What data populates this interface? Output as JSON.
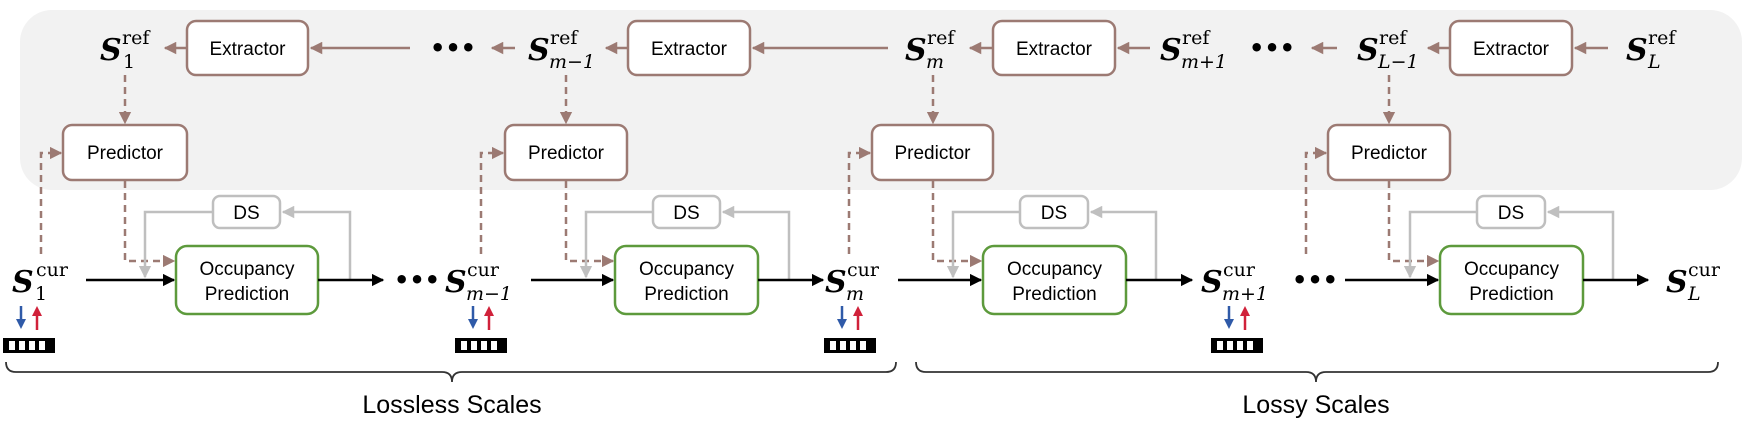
{
  "figure": {
    "colors": {
      "panel_fill": "#f2f2f2",
      "ref_branch": "#9c7a73",
      "occupancy_border": "#5d9a3c",
      "ds_gray": "#bfbfbf",
      "main_flow": "#000000",
      "down_arrow": "#2f5aa8",
      "up_arrow": "#d0213a"
    },
    "ref_nodes": [
      {
        "base": "S",
        "sup": "ref",
        "sub": "1"
      },
      {
        "base": "S",
        "sup": "ref",
        "sub": "m−1"
      },
      {
        "base": "S",
        "sup": "ref",
        "sub": "m"
      },
      {
        "base": "S",
        "sup": "ref",
        "sub": "m+1"
      },
      {
        "base": "S",
        "sup": "ref",
        "sub": "L−1"
      },
      {
        "base": "S",
        "sup": "ref",
        "sub": "L"
      }
    ],
    "cur_nodes": [
      {
        "base": "S",
        "sup": "cur",
        "sub": "1"
      },
      {
        "base": "S",
        "sup": "cur",
        "sub": "m−1"
      },
      {
        "base": "S",
        "sup": "cur",
        "sub": "m"
      },
      {
        "base": "S",
        "sup": "cur",
        "sub": "m+1"
      },
      {
        "base": "S",
        "sup": "cur",
        "sub": "L"
      }
    ],
    "extractor_label": "Extractor",
    "predictor_label": "Predictor",
    "ds_label": "DS",
    "occupancy_label_line1": "Occupancy",
    "occupancy_label_line2": "Prediction",
    "ellipsis": "•••",
    "scale_groups": [
      {
        "label": "Lossless Scales"
      },
      {
        "label": "Lossy Scales"
      }
    ],
    "icons": {
      "bitstream": "bitstream-buffer-icon",
      "encode": "down-arrow-icon",
      "decode": "up-arrow-icon"
    }
  }
}
